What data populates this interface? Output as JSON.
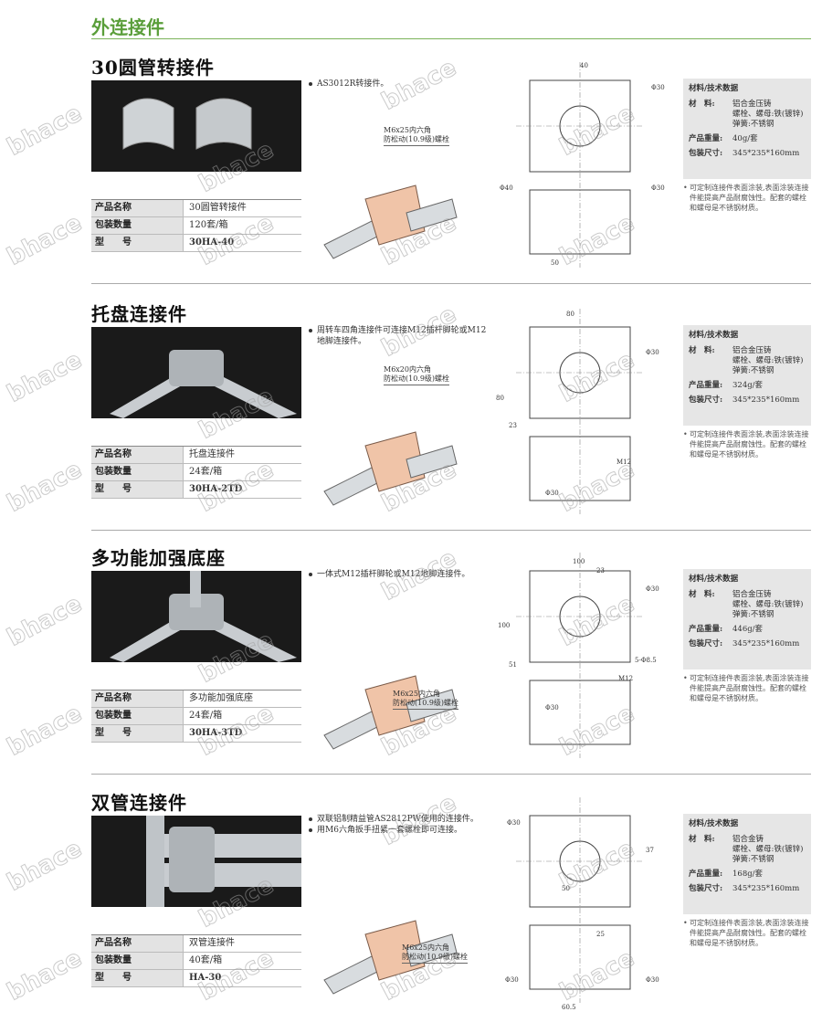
{
  "header": {
    "title": "外连接件",
    "accent": "#5a9e3a"
  },
  "watermark": "bhace",
  "table_labels": {
    "name": "产品名称",
    "qty": "包装数量",
    "model": "型　　号"
  },
  "spec_labels": {
    "heading": "材料/技术数据",
    "material": "材　料:",
    "weight": "产品重量:",
    "size": "包装尺寸:"
  },
  "sections": [
    {
      "title": "30圆管转接件",
      "name": "30圆管转接件",
      "qty": "120套/箱",
      "model": "30HA-40",
      "bullets": [
        "AS3012R转接件。"
      ],
      "bolt": [
        "M6x25内六角",
        "防松动(10.9级)螺栓"
      ],
      "material": [
        "铝合金压铸",
        "螺栓、螺母:铁(镀锌)",
        "弹簧:不锈钢"
      ],
      "weight": "40g/套",
      "size": "345*235*160mm",
      "note": "可定制连接件表面涂装,表面涂装连接件能提高产品耐腐蚀性。配套的螺栓和螺母是不锈钢材质。",
      "dims": [
        "40",
        "Φ30",
        "Φ40",
        "Φ30",
        "50"
      ]
    },
    {
      "title": "托盘连接件",
      "name": "托盘连接件",
      "qty": "24套/箱",
      "model": "30HA-2TD",
      "bullets": [
        "周转车四角连接件可连接M12插杆脚轮或M12地脚连接件。"
      ],
      "bolt": [
        "M6x20内六角",
        "防松动(10.9级)螺栓"
      ],
      "material": [
        "铝合金压铸",
        "螺栓、螺母:铁(镀锌)",
        "弹簧:不锈钢"
      ],
      "weight": "324g/套",
      "size": "345*235*160mm",
      "note": "可定制连接件表面涂装,表面涂装连接件能提高产品耐腐蚀性。配套的螺栓和螺母是不锈钢材质。",
      "dims": [
        "80",
        "Φ30",
        "80",
        "23",
        "M12",
        "Φ30"
      ]
    },
    {
      "title": "多功能加强底座",
      "name": "多功能加强底座",
      "qty": "24套/箱",
      "model": "30HA-3TD",
      "bullets": [
        "一体式M12插杆脚轮或M12地脚连接件。"
      ],
      "bolt": [
        "M6x25内六角",
        "防松动(10.9级)螺栓"
      ],
      "material": [
        "铝合金压铸",
        "螺栓、螺母:铁(镀锌)",
        "弹簧:不锈钢"
      ],
      "weight": "446g/套",
      "size": "345*235*160mm",
      "note": "可定制连接件表面涂装,表面涂装连接件能提高产品耐腐蚀性。配套的螺栓和螺母是不锈钢材质。",
      "dims": [
        "100",
        "23",
        "Φ30",
        "100",
        "51",
        "5-Φ8.5",
        "M12",
        "Φ30"
      ]
    },
    {
      "title": "双管连接件",
      "name": "双管连接件",
      "qty": "40套/箱",
      "model": "HA-30",
      "bullets": [
        "双联铝制精益管AS2812PW使用的连接件。",
        "用M6六角扳手扭紧一套螺栓即可连接。"
      ],
      "bolt": [
        "M6x25内六角",
        "防松动(10.9级)螺栓"
      ],
      "material": [
        "铝合金铸",
        "螺栓、螺母:铁(镀锌)",
        "弹簧:不锈钢"
      ],
      "weight": "168g/套",
      "size": "345*235*160mm",
      "note": "可定制连接件表面涂装,表面涂装连接件能提高产品耐腐蚀性。配套的螺栓和螺母是不锈钢材质。",
      "dims": [
        "Φ30",
        "37",
        "50",
        "25",
        "Φ30",
        "Φ30",
        "60.5"
      ]
    }
  ]
}
